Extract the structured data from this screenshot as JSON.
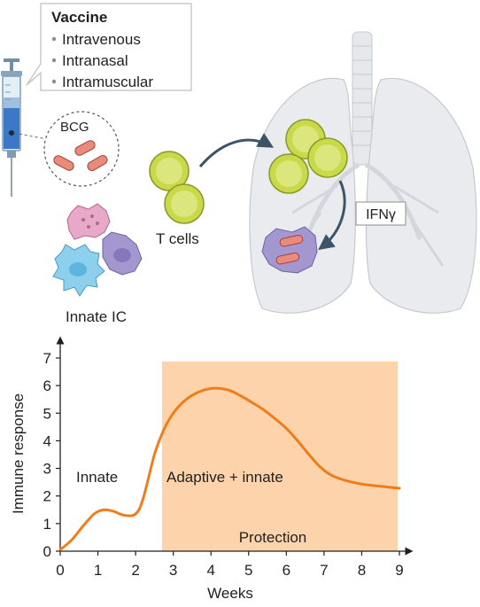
{
  "vaccine_box": {
    "title": "Vaccine",
    "routes": [
      "Intravenous",
      "Intranasal",
      "Intramuscular"
    ]
  },
  "labels": {
    "bcg": "BCG",
    "t_cells": "T cells",
    "innate_ic": "Innate IC",
    "ifn": "IFNγ"
  },
  "chart_data": {
    "type": "line",
    "xlabel": "Weeks",
    "ylabel": "Immune response",
    "xlim": [
      0,
      9
    ],
    "ylim": [
      0,
      7
    ],
    "x_ticks": [
      "0",
      "1",
      "2",
      "3",
      "4",
      "5",
      "6",
      "7",
      "8",
      "9"
    ],
    "y_ticks": [
      "0",
      "1",
      "2",
      "3",
      "4",
      "5",
      "6",
      "7"
    ],
    "series": [
      {
        "x": [
          0,
          0.3,
          0.6,
          0.9,
          1.15,
          1.4,
          1.7,
          2.0,
          2.2,
          2.5,
          2.75,
          3.0,
          3.3,
          3.6,
          3.9,
          4.2,
          4.5,
          4.8,
          5.1,
          5.4,
          5.7,
          6.0,
          6.3,
          6.6,
          6.9,
          7.2,
          7.6,
          8.0,
          8.5,
          9.0
        ],
        "y": [
          0.05,
          0.4,
          0.9,
          1.35,
          1.5,
          1.45,
          1.3,
          1.35,
          1.9,
          3.5,
          4.4,
          5.0,
          5.45,
          5.72,
          5.87,
          5.9,
          5.82,
          5.62,
          5.38,
          5.12,
          4.8,
          4.45,
          4.0,
          3.5,
          3.05,
          2.75,
          2.55,
          2.43,
          2.35,
          2.28
        ]
      }
    ],
    "regions": [
      {
        "label": "Protection",
        "x_start": 2.7,
        "x_end": 9.0,
        "color": "#fdd3ab"
      }
    ],
    "annotations": [
      "Innate",
      "Adaptive + innate"
    ],
    "line_color": "#f07d1a",
    "grid": false
  }
}
